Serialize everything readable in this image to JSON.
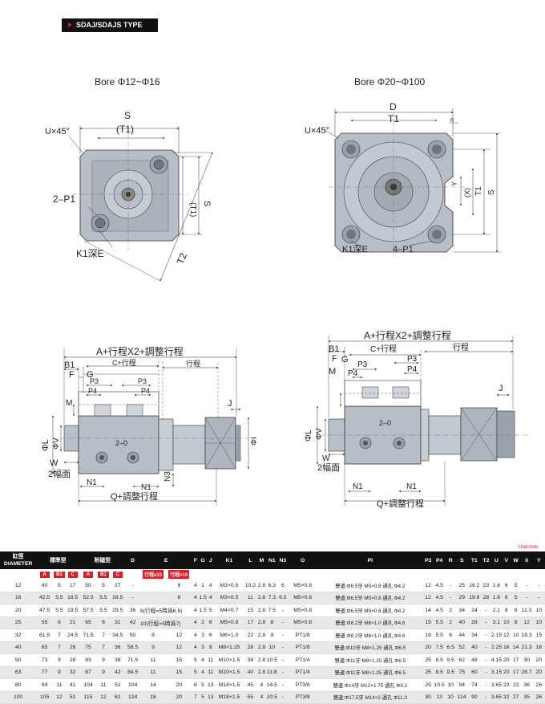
{
  "header": {
    "type_label": "SDAJ/SDAJS TYPE"
  },
  "drawing_left": {
    "title": "Bore Φ12~Φ16",
    "labels": {
      "u45": "U×45°",
      "s": "S",
      "t1": "(T1)",
      "t1v": "(T1)",
      "sv": "S",
      "p1": "2–P1",
      "k1": "K1深E",
      "t2": "T2"
    }
  },
  "drawing_right": {
    "title": "Bore Φ20~Φ100",
    "labels": {
      "u45": "U×45°",
      "d": "D",
      "t1": "T1",
      "r": "R",
      "y": "Y",
      "x": "(X)",
      "t1v": "T1",
      "s": "S",
      "k1": "K1深E",
      "p1": "4–P1"
    }
  },
  "side_left": {
    "labels": {
      "a": "A+行程X2+調整行程",
      "b1": "B1",
      "f": "F",
      "g": "G",
      "c": "C+行程",
      "stroke": "行程",
      "p3": "P3",
      "p4": "P4",
      "m": "M",
      "j": "J",
      "phil": "ΦL",
      "phiv": "ΦV",
      "twozero": "2–0",
      "phii": "ΦI",
      "w": "W",
      "width2": "2幅面",
      "n1a": "N1",
      "n1b": "N1",
      "n3": "N3",
      "q": "Q+調整行程"
    }
  },
  "side_right": {
    "labels": {
      "a": "A+行程X2+調整行程",
      "b1": "B1",
      "f": "F",
      "g": "G",
      "c": "C+行程",
      "stroke": "行程",
      "p3a": "P3",
      "p3b": "P3",
      "p4a": "P4",
      "p4b": "P4",
      "m": "M",
      "j": "J",
      "phil": "ΦL",
      "phiv": "ΦV",
      "twozero": "2–0",
      "w": "W",
      "width2": "2幅面",
      "n1a": "N1",
      "n1b": "N1",
      "q": "Q+調整行程"
    }
  },
  "table": {
    "unit": "Unit:mm",
    "headers": {
      "bore_cn": "缸徑",
      "bore_en": "DIAMETER",
      "standard": "標準型",
      "magnetic": "附磁型",
      "d": "D",
      "e": "E",
      "f": "F",
      "g": "G",
      "j": "J",
      "k1": "K1",
      "l": "L",
      "m": "M",
      "n1": "N1",
      "n3": "N3",
      "o": "O",
      "pi": "PI",
      "p3": "P3",
      "p4": "P4",
      "r": "R",
      "s": "S",
      "t1": "T1",
      "t2": "T2",
      "u": "U",
      "v": "V",
      "w": "W",
      "x": "X",
      "y": "Y",
      "a1": "A",
      "b1a": "B1",
      "c1": "C",
      "a2": "A",
      "b1b": "B1",
      "c2": "C",
      "e_le10": "行程≤10",
      "e_gt10": "行程>10"
    },
    "rows": [
      [
        "12",
        "40",
        "5",
        "17",
        "50",
        "5",
        "27",
        "-",
        "",
        "6",
        "4",
        "1",
        "4",
        "M3×0.5",
        "10.2",
        "2.8",
        "6.3",
        "6",
        "M5×0.8",
        "雙邊:Φ6.5牙 M5×0.8 通孔 Φ4.2",
        "12",
        "4.5",
        "-",
        "25",
        "16.2",
        "23",
        "1.6",
        "6",
        "5",
        "-",
        "-"
      ],
      [
        "16",
        "42.5",
        "5.5",
        "18.5",
        "52.5",
        "5.5",
        "28.5",
        "-",
        "",
        "6",
        "4",
        "1.5",
        "4",
        "M3×0.5",
        "11",
        "2.8",
        "7.3",
        "6.5",
        "M5×0.8",
        "雙邊:Φ6.5牙 M5×0.8 通孔 Φ4.2",
        "12",
        "4.5",
        "-",
        "29",
        "19.8",
        "28",
        "1.6",
        "6",
        "5",
        "-",
        "-"
      ],
      [
        "20",
        "47.5",
        "5.5",
        "19.5",
        "57.5",
        "5.5",
        "29.5",
        "36",
        "8(行程=5時爲6.5)",
        "",
        "4",
        "1.5",
        "5",
        "M4×0.7",
        "15",
        "2.8",
        "7.5",
        "-",
        "M5×0.8",
        "雙邊:Φ6.5牙 M5×0.8 通孔 Φ4.2",
        "14",
        "4.5",
        "2",
        "34",
        "24",
        "-",
        "2.1",
        "8",
        "6",
        "11.3",
        "10"
      ],
      [
        "25",
        "55",
        "6",
        "21",
        "65",
        "6",
        "31",
        "42",
        "10(行程=5時爲7)",
        "",
        "4",
        "2",
        "6",
        "M5×0.8",
        "17",
        "2.8",
        "8",
        "-",
        "M5×0.8",
        "雙邊:Φ8.2牙 M6×1.0 通孔 Φ4.6",
        "15",
        "5.5",
        "2",
        "40",
        "28",
        "-",
        "3.1",
        "10",
        "8",
        "12",
        "10"
      ],
      [
        "32",
        "61.5",
        "7",
        "24.5",
        "71.5",
        "7",
        "34.5",
        "50",
        "8",
        "12",
        "4",
        "3",
        "6",
        "M6×1.0",
        "22",
        "2.8",
        "9",
        "-",
        "PT1/8",
        "雙邊:Φ8.2牙 M6×1.0 通孔 Φ4.6",
        "16",
        "5.5",
        "6",
        "44",
        "34",
        "-",
        "2.15",
        "12",
        "10",
        "18.3",
        "15"
      ],
      [
        "40",
        "65",
        "7",
        "26",
        "75",
        "7",
        "36",
        "58.5",
        "9",
        "12",
        "4",
        "3",
        "8",
        "M8×1.25",
        "28",
        "2.8",
        "10",
        "-",
        "PT1/8",
        "雙邊:Φ10牙 M8×1.25 通孔 Φ6.5",
        "20",
        "7.5",
        "6.5",
        "52",
        "40",
        "-",
        "2.25",
        "16",
        "14",
        "21.3",
        "16"
      ],
      [
        "50",
        "73",
        "9",
        "28",
        "83",
        "9",
        "38",
        "71.5",
        "11",
        "15",
        "5",
        "4",
        "11",
        "M10×1.5",
        "38",
        "2.8",
        "10.5",
        "-",
        "PT1/4",
        "雙邊:Φ11牙 M8×1.25 通孔 Φ6.5",
        "25",
        "8.5",
        "9.5",
        "62",
        "48",
        "-",
        "4.15",
        "20",
        "17",
        "30",
        "20"
      ],
      [
        "63",
        "77",
        "9",
        "32",
        "87",
        "9",
        "42",
        "84.5",
        "11",
        "15",
        "5",
        "4",
        "11",
        "M10×1.5",
        "40",
        "2.8",
        "11.8",
        "-",
        "PT1/4",
        "雙邊:Φ11牙 M8×1.25 通孔 Φ6.5",
        "25",
        "8.5",
        "9.5",
        "75",
        "60",
        "-",
        "3.15",
        "20",
        "17",
        "28.7",
        "20"
      ],
      [
        "80",
        "94",
        "11",
        "41",
        "104",
        "11",
        "51",
        "104",
        "14",
        "20",
        "6",
        "5",
        "13",
        "M14×1.5",
        "45",
        "4",
        "14.5",
        "-",
        "PT3/8",
        "雙邊:Φ14牙 M12×1.75 通孔 Φ9.2",
        "25",
        "10.5",
        "10",
        "94",
        "74",
        "-",
        "3.65",
        "22",
        "22",
        "36",
        "26"
      ],
      [
        "100",
        "105",
        "12",
        "51",
        "115",
        "12",
        "61",
        "124",
        "18",
        "20",
        "7",
        "5",
        "13",
        "M18×1.5",
        "55",
        "4",
        "20.5",
        "-",
        "PT3/8",
        "雙邊:Φ17.5牙 M14×2 通孔 Φ11.3",
        "30",
        "13",
        "10",
        "114",
        "90",
        "-",
        "3.65",
        "32",
        "27",
        "35",
        "26"
      ]
    ]
  }
}
